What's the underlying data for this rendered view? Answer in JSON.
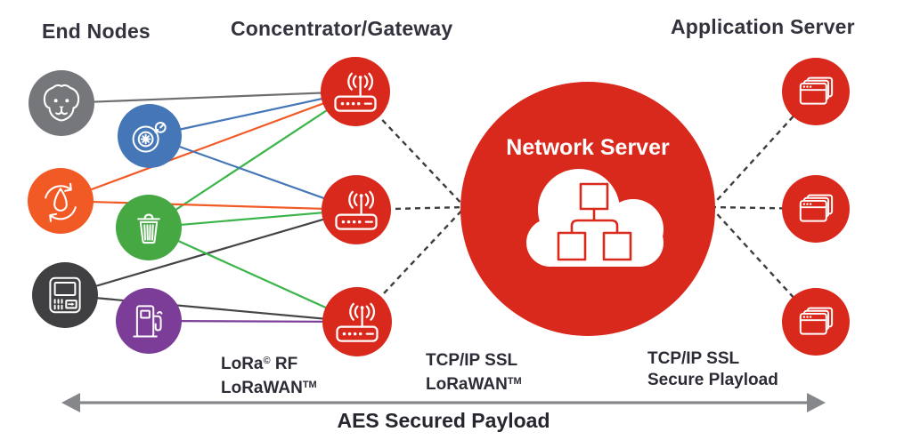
{
  "titles": {
    "end_nodes": "End Nodes",
    "gateway": "Concentrator/Gateway",
    "app_server": "Application Server"
  },
  "network_server": {
    "label": "Network Server",
    "icon": "cloud-network-icon",
    "color": "#d9291c"
  },
  "end_nodes": [
    {
      "id": "pet",
      "icon": "dog-icon",
      "color": "#76777a"
    },
    {
      "id": "meter",
      "icon": "water-meter-icon",
      "color": "#4576b8"
    },
    {
      "id": "water",
      "icon": "water-recycle-icon",
      "color": "#f15a25"
    },
    {
      "id": "waste",
      "icon": "trash-can-icon",
      "color": "#45a843"
    },
    {
      "id": "pos",
      "icon": "pos-terminal-icon",
      "color": "#403f41"
    },
    {
      "id": "fuel",
      "icon": "fuel-pump-icon",
      "color": "#7b3d97"
    }
  ],
  "gateways": {
    "count": 3,
    "icon": "router-antenna-icon",
    "color": "#d9291c"
  },
  "app_servers": {
    "count": 3,
    "icon": "stacked-windows-icon",
    "color": "#d9291c"
  },
  "connections": {
    "solid": [
      {
        "from": "pet",
        "to": "gw1",
        "color": "#6d6e71"
      },
      {
        "from": "meter",
        "to": "gw1",
        "color": "#4576b8"
      },
      {
        "from": "meter",
        "to": "gw2",
        "color": "#4576b8"
      },
      {
        "from": "water",
        "to": "gw1",
        "color": "#f15a25"
      },
      {
        "from": "water",
        "to": "gw2",
        "color": "#f15a25"
      },
      {
        "from": "waste",
        "to": "gw1",
        "color": "#3bb54a"
      },
      {
        "from": "waste",
        "to": "gw2",
        "color": "#3bb54a"
      },
      {
        "from": "waste",
        "to": "gw3",
        "color": "#3bb54a"
      },
      {
        "from": "pos",
        "to": "gw2",
        "color": "#454347"
      },
      {
        "from": "pos",
        "to": "gw3",
        "color": "#454347"
      },
      {
        "from": "fuel",
        "to": "gw3",
        "color": "#7b3d97"
      }
    ],
    "dashed": [
      {
        "from": "gw1",
        "to": "nsl"
      },
      {
        "from": "gw2",
        "to": "nsl"
      },
      {
        "from": "gw3",
        "to": "nsl"
      },
      {
        "from": "nsr",
        "to": "as1"
      },
      {
        "from": "nsr",
        "to": "as2"
      },
      {
        "from": "nsr",
        "to": "as3"
      }
    ]
  },
  "labels": {
    "lora": {
      "line1_base": "LoRa",
      "line1_sup": "©",
      "line1_rest": " RF",
      "line2_base": "LoRaWAN",
      "line2_sup": "TM"
    },
    "tcp_left": {
      "line1": "TCP/IP SSL",
      "line2_base": "LoRaWAN",
      "line2_sup": "TM"
    },
    "tcp_right": {
      "line1": "TCP/IP SSL",
      "line2": "Secure Playload"
    },
    "aes": "AES Secured Payload"
  },
  "colors": {
    "brand_red": "#d9291c",
    "dashed_line": "#3d3d3d",
    "arrow": "#85878a",
    "title_text": "#33333e",
    "label_text": "#2c2c37"
  }
}
